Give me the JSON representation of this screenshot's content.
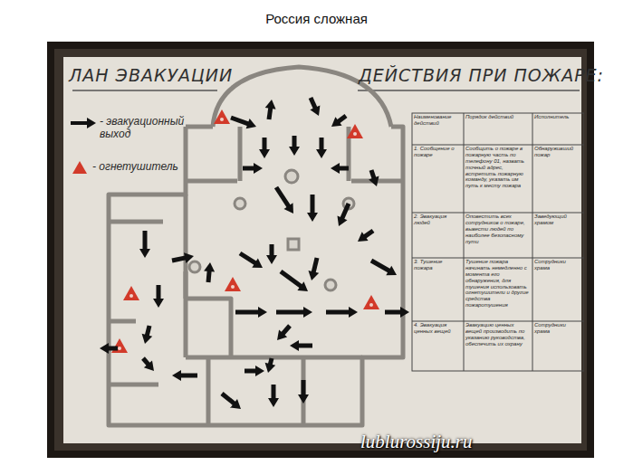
{
  "diagram": {
    "title": "Россия сложная",
    "labels": [
      "ЛАН ЭВАКУАЦИИ",
      "ДЕЙСТВИЯ ПРИ ПОЖАРЕ:",
      "Наименование действий",
      "Порядок действий",
      "Исполнитель",
      "1. Сообщение о пожаре",
      "Сообщить о пожаре в пожарную часть по телефону 01, назвать точный адрес, встретить пожарную команду, указать им путь к месту пожара",
      "Обнаруживший пожар",
      "2. Эвакуация людей",
      "Оповестить всех сотрудников о пожаре, вывести людей по наиболее безопасному пути",
      "Заведующий храмом",
      "3. Тушение пожара",
      "Тушение пожара начинать немедленно с момента его обнаружения, для тушения использовать огнетушители и другие средства пожаротушения",
      "Сотрудники храма",
      "4. Эвакуация ценных вещей",
      "Эвакуацию ценных вещей производить по указанию руководства, обеспечить их охрану",
      "Сотрудники храма",
      "lublurossiju.ru"
    ],
    "legend": [
      {
        "text": "- эвакуационный выход"
      },
      {
        "text": "- огнетушитель"
      }
    ]
  }
}
